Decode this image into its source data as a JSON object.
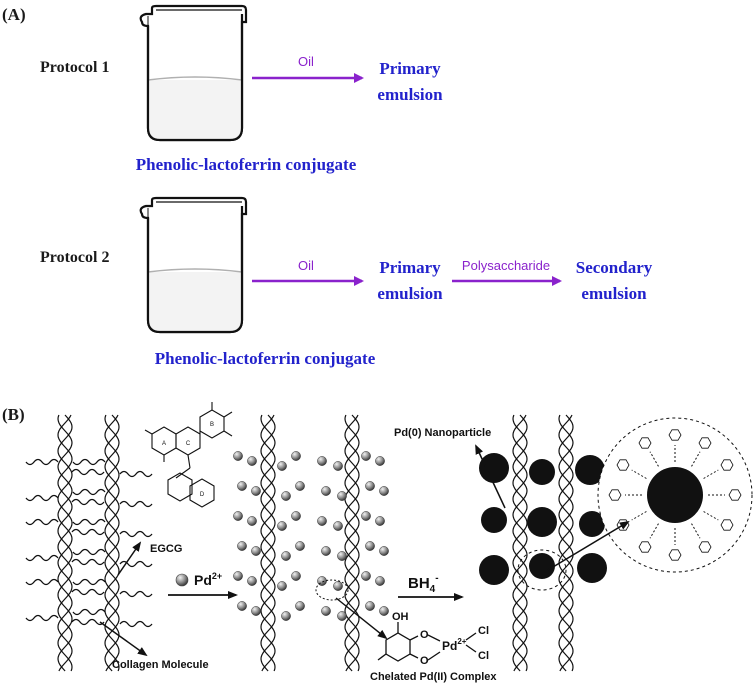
{
  "panel_a": {
    "label": "(A)",
    "protocol1": {
      "title": "Protocol 1",
      "arrow_label": "Oil",
      "product_line1": "Primary",
      "product_line2": "emulsion",
      "beaker_label": "Phenolic-lactoferrin conjugate"
    },
    "protocol2": {
      "title": "Protocol 2",
      "arrow1_label": "Oil",
      "intermediate_line1": "Primary",
      "intermediate_line2": "emulsion",
      "arrow2_label": "Polysaccharide",
      "product_line1": "Secondary",
      "product_line2": "emulsion",
      "beaker_label": "Phenolic-lactoferrin conjugate"
    }
  },
  "panel_b": {
    "label": "(B)",
    "egcg_label": "EGCG",
    "pd_label": "Pd",
    "pd_charge": "2+",
    "bh4_label": "BH",
    "bh4_sub": "4",
    "bh4_charge": "-",
    "nanoparticle_label": "Pd(0) Nanoparticle",
    "collagen_label": "Collagen Molecule",
    "complex_label": "Chelated Pd(II) Complex",
    "complex_pd": "Pd",
    "complex_pd_charge": "2+",
    "complex_cl": "Cl",
    "complex_oh": "OH",
    "complex_o": "O"
  },
  "colors": {
    "heading": "#1a1a1a",
    "product_text": "#2222cc",
    "arrow": "#8a22cc",
    "arrow_label": "#8a22cc",
    "beaker_label": "#2222cc",
    "line": "#111111"
  }
}
